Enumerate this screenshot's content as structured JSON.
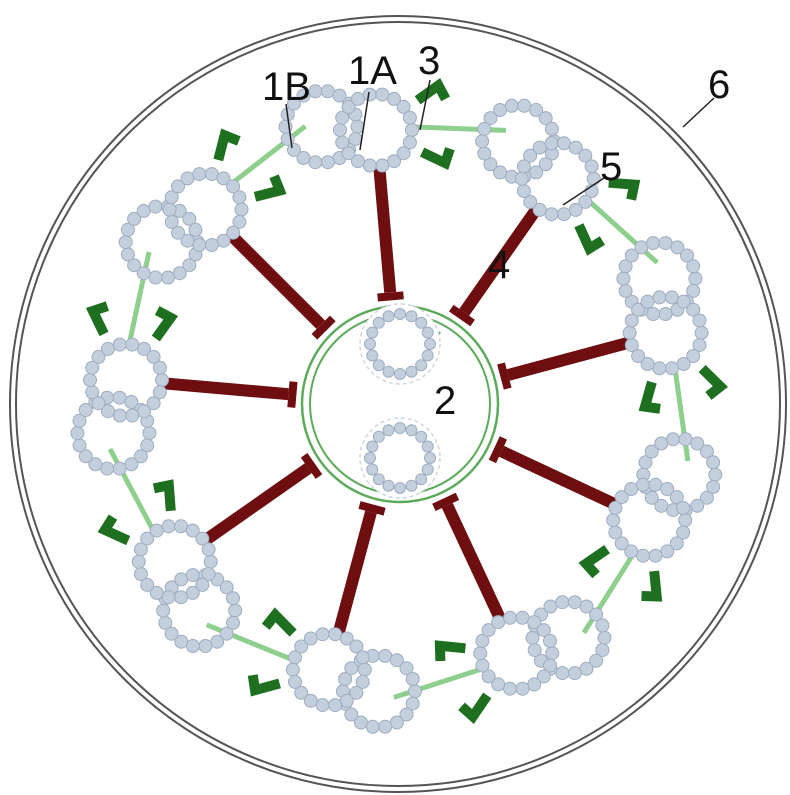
{
  "labels": {
    "doublet_b": "1B",
    "doublet_a": "1A",
    "dynein_arm": "3",
    "radial_spoke": "4",
    "nexin_link": "5",
    "central_pair": "2",
    "membrane": "6"
  },
  "colors": {
    "bead_fill": "#c3cfdd",
    "bead_stroke": "#9eadbf",
    "dynein": "#1f6f21",
    "nexin": "#8fcf8d",
    "spoke": "#6e0e10",
    "central_ring": "#5cab5a",
    "membrane": "#555555"
  },
  "structure": {
    "outer_doublets": 9,
    "central_microtubules": 2
  }
}
